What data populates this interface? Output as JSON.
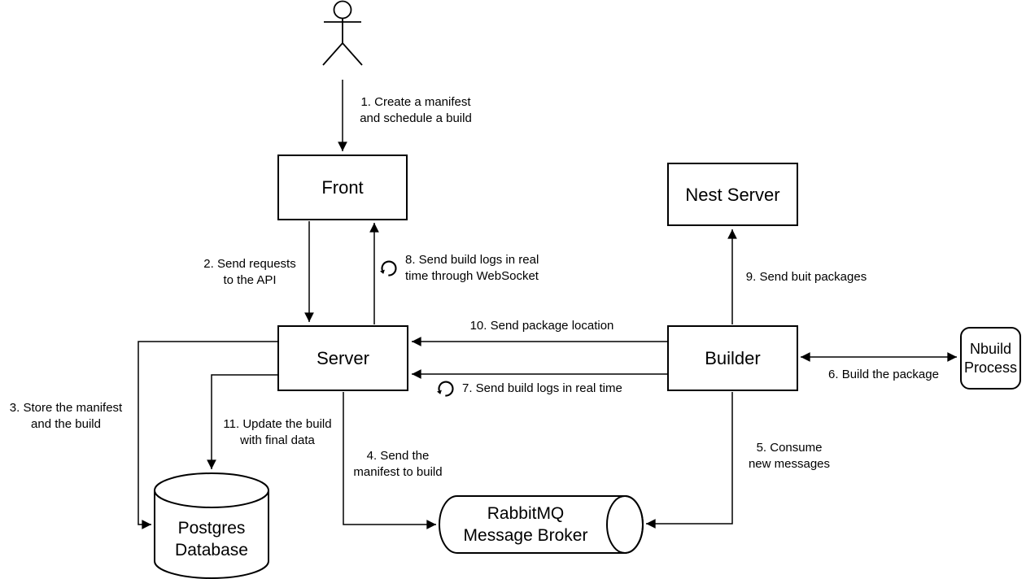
{
  "colors": {
    "stroke": "#000000",
    "background": "#ffffff",
    "text": "#000000"
  },
  "nodes": {
    "front": {
      "label": "Front"
    },
    "server": {
      "label": "Server"
    },
    "nest_server": {
      "label": "Nest Server"
    },
    "builder": {
      "label": "Builder"
    },
    "nbuild_process": {
      "label": "Nbuild\nProcess"
    },
    "postgres_db": {
      "label": "Postgres\nDatabase"
    },
    "rabbitmq": {
      "label": "RabbitMQ\nMessage Broker"
    }
  },
  "edges": {
    "e1": {
      "label": "1. Create a manifest\nand schedule a build",
      "from": "user",
      "to": "front"
    },
    "e2": {
      "label": "2. Send requests\nto the API",
      "from": "front",
      "to": "server"
    },
    "e3": {
      "label": "3. Store the manifest\nand the build",
      "from": "server",
      "to": "postgres_db"
    },
    "e4": {
      "label": "4. Send the\nmanifest to build",
      "from": "server",
      "to": "rabbitmq"
    },
    "e5": {
      "label": "5. Consume\nnew messages",
      "from": "builder",
      "to": "rabbitmq"
    },
    "e6": {
      "label": "6. Build the package",
      "from": "builder",
      "to": "nbuild_process",
      "bidirectional": true
    },
    "e7": {
      "label": "7. Send build logs in real time",
      "from": "builder",
      "to": "server",
      "icon": "loop"
    },
    "e8": {
      "label": "8. Send build logs in real\ntime through WebSocket",
      "from": "server",
      "to": "front",
      "icon": "loop"
    },
    "e9": {
      "label": "9. Send buit packages",
      "from": "builder",
      "to": "nest_server"
    },
    "e10": {
      "label": "10. Send package location",
      "from": "builder",
      "to": "server"
    },
    "e11": {
      "label": "11. Update the build\nwith final data",
      "from": "server",
      "to": "postgres_db"
    }
  }
}
